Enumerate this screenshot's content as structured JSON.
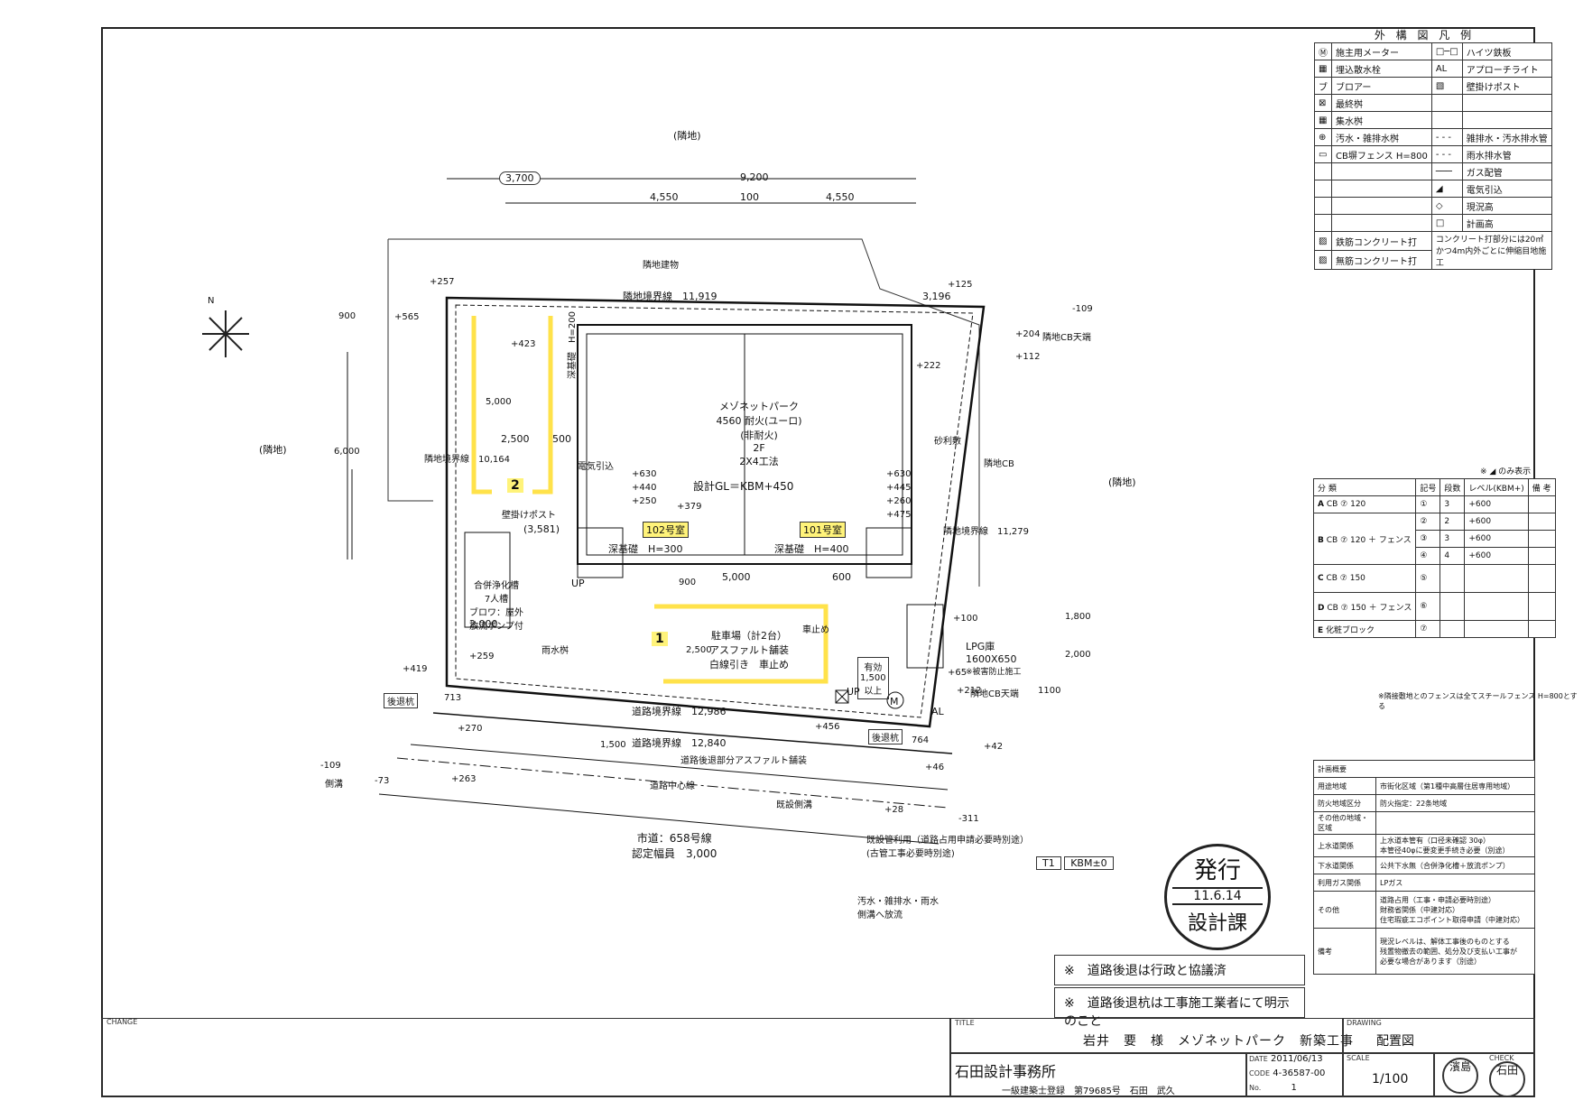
{
  "title_block": {
    "change_label": "CHANGE",
    "title_label": "TITLE",
    "drawing_label": "DRAWING",
    "check_label": "CHECK",
    "scale_label": "SCALE",
    "date_label": "DATE",
    "code_label": "CODE",
    "no_label": "No.",
    "project_title": "岩井　要　様　メゾネットパーク　新築工事",
    "drawing_name": "配置図",
    "office": "石田設計事務所",
    "architect": "一級建築士登録　第79685号　石田　武久",
    "date": "2011/06/13",
    "code": "4-36587-00",
    "no": "1",
    "scale": "1/100",
    "seal_hamajima": "濱島",
    "seal_ishida": "石田"
  },
  "notes": [
    "※　道路後退は行政と協議済",
    "※　道路後退杭は工事施工業者にて明示のこと"
  ],
  "stamp": {
    "line1": "発行",
    "date": "11.6.14",
    "line2": "設計課"
  },
  "legend": {
    "title": "外 構 図 凡 例",
    "left_items": [
      "施主用メーター",
      "埋込散水栓",
      "ブロアー",
      "最終桝",
      "集水桝",
      "汚水・雑排水桝",
      "CB塀フェンス H=800"
    ],
    "left_icons": [
      "Ⓜ",
      "▦",
      "ブ",
      "⊠",
      "▦",
      "⊕",
      "▭"
    ],
    "right_items": [
      "ハイツ鉄板",
      "アプローチライト",
      "壁掛けポスト",
      "雑排水・汚水排水管",
      "雨水排水管",
      "ガス配管",
      "電気引込",
      "現況高",
      "計画高"
    ],
    "right_icons": [
      "□─□",
      "AL",
      "▧",
      "- - -",
      "- - -",
      "───",
      "◢",
      "◇",
      "□"
    ],
    "bottom_items": [
      "鉄筋コンクリート打",
      "無筋コンクリート打"
    ],
    "bottom_note": "コンクリート打部分には20㎡かつ4m内外ごとに伸縮目地施工"
  },
  "fence_table": {
    "headers": [
      "分 類",
      "記号",
      "段数",
      "レベル(KBM+)",
      "備 考"
    ],
    "top_note": "※ ◢ のみ表示",
    "rows": [
      {
        "type": "A",
        "spec": "CB ⑦ 120",
        "sub": [
          [
            "①",
            "3",
            "+600"
          ]
        ]
      },
      {
        "type": "B",
        "spec": "CB ⑦ 120 ＋ フェンス",
        "sub": [
          [
            "②",
            "2",
            "+600"
          ],
          [
            "③",
            "3",
            "+600"
          ],
          [
            "④",
            "4",
            "+600"
          ]
        ]
      },
      {
        "type": "C",
        "spec": "CB ⑦ 150",
        "sub": [
          [
            "⑤",
            "",
            ""
          ]
        ]
      },
      {
        "type": "D",
        "spec": "CB ⑦ 150 ＋ フェンス",
        "sub": [
          [
            "⑥",
            "",
            ""
          ]
        ]
      },
      {
        "type": "E",
        "spec": "化粧ブロック",
        "sub": [
          [
            "⑦",
            "",
            ""
          ]
        ]
      }
    ],
    "footer": "※隣接敷地とのフェンスは全てスチールフェンス H=800とする"
  },
  "plan_table": {
    "title": "計画概要",
    "rows": [
      [
        "用途地域",
        "市街化区域（第1種中高層住居専用地域）"
      ],
      [
        "防火地域区分",
        "防火指定：22条地域"
      ],
      [
        "その他の地域・区域",
        ""
      ],
      [
        "上水道関係",
        "上水道本管有（口径未確認 30φ）\n本管径40φに要変更手続き必要（別途）"
      ],
      [
        "下水道関係",
        "公共下水無（合併浄化槽＋放流ポンプ）"
      ],
      [
        "利用ガス関係",
        "LPガス"
      ],
      [
        "その他",
        "道路占用（工事・申請必要時別途）\n財務省関係（中建対応）\n住宅瑕疵エコポイント取得申請（中建対応）"
      ],
      [
        "備考",
        "現況レベルは、解体工事後のものとする\n残置物撤去の範囲、処分及び支払い工事が\n必要な場合があります（別途）"
      ]
    ]
  },
  "drawing": {
    "neighbor_top": "(隣地)",
    "neighbor_left": "(隣地)",
    "neighbor_right": "(隣地)",
    "neighbor_building": "隣地建物",
    "building_name": "メゾネットパーク",
    "building_spec1": "4560 耐火(ユーロ)",
    "building_spec2": "(非耐火)",
    "building_spec3": "2F",
    "building_spec4": "2X4工法",
    "design_gl": "設計GL＝KBM+450",
    "room_102": "102号室",
    "room_101": "101号室",
    "foundation_left": "深基礎　H=300",
    "foundation_right": "深基礎　H=400",
    "foundation_top": "深基礎　H=200",
    "parking_label": "駐車場（計2台）",
    "parking_asphalt": "アスファルト舗装",
    "parking_lines": "白線引き　車止め",
    "car_stop": "車止め",
    "lpg": "LPG庫",
    "lpg_size": "1600X650",
    "lpg_note": "※被害防止施工",
    "road_name": "市道：658号線",
    "road_width": "認定幅員　3,000",
    "road_asphalt": "道路後退部分アスファルト舗装",
    "road_center": "道路中心線",
    "road_boundary1": "道路境界線　12,986",
    "road_boundary2": "道路境界線　12,840",
    "boundary_top": "隣地境界線　11,919",
    "boundary_right": "隣地境界線　11,279",
    "boundary_left": "隣地境界線　10,164",
    "boundary_top_right": "3,196",
    "sewer_note": "汚水・雑排水・雨水",
    "sewer_note2": "側溝へ放流",
    "road_note": "既設管利用（道路占用申請必要時別途）",
    "road_note2": "(古管工事必要時別途)",
    "tank_label": "合併浄化槽",
    "tank_spec1": "7人槽",
    "tank_spec2": "ブロワ：屋外",
    "tank_spec3": "放流ポンプ付",
    "post": "壁掛けポスト",
    "elec": "電気引込",
    "gutter": "側溝",
    "stake": "後退杭",
    "existing_ditch": "既設側溝",
    "cb_right": "隣地CB",
    "cb_top": "隣地CB天端",
    "cb_bottom": "隣地CB天端",
    "gravel": "砂利敷",
    "rainwater": "雨水桝",
    "dims": {
      "d3700": "3,700",
      "d9200": "9,200",
      "d4550a": "4,550",
      "d100": "100",
      "d4550b": "4,550",
      "d900": "900",
      "d6000": "6,000",
      "d5000": "5,000",
      "d2500": "2,500",
      "d500": "500",
      "d3581": "(3,581)",
      "d2000": "2,000",
      "d5000b": "5,000",
      "d600": "600",
      "d2500b": "2,500",
      "d900b": "900",
      "d1500": "1,500",
      "d1800": "1,800",
      "d2000b": "2,000",
      "d1100": "1100"
    },
    "levels": [
      "+257",
      "+565",
      "+423",
      "+125",
      "-109",
      "+204",
      "+112",
      "+222",
      "+630",
      "+440",
      "+250",
      "+379",
      "+630",
      "+445",
      "+260",
      "+475",
      "+100",
      "+65",
      "+212",
      "+419",
      "+259",
      "+270",
      "-109",
      "-73",
      "+263",
      "+456",
      "+28",
      "-311",
      "+46",
      "+42"
    ],
    "benchmark": "T1",
    "benchmark_value": "KBM±0",
    "parking_num1": "1",
    "parking_num2": "2",
    "up": "UP",
    "al": "AL",
    "exist": "有効",
    "exist2": "1,500",
    "exist3": "以上",
    "dist_713": "713",
    "dist_764": "764"
  }
}
